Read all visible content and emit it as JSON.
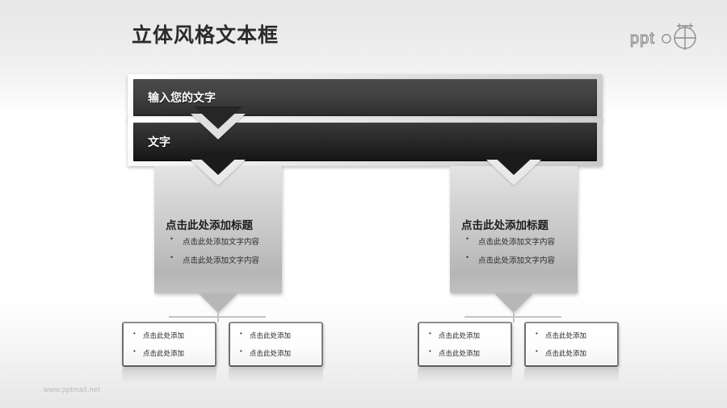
{
  "header": {
    "title": "立体风格文本框",
    "logo_text": "ppt",
    "logo_icon": "pptmall-circle-logo"
  },
  "bars": [
    {
      "label": "输入您的文字"
    },
    {
      "label": "文字"
    }
  ],
  "panels": [
    {
      "title": "点击此处添加标题",
      "bullets": [
        "点击此处添加文字内容",
        "点击此处添加文字内容"
      ]
    },
    {
      "title": "点击此处添加标题",
      "bullets": [
        "点击此处添加文字内容",
        "点击此处添加文字内容"
      ]
    }
  ],
  "leaf_boxes": [
    {
      "bullets": [
        "点击此处添加",
        "点击此处添加"
      ]
    },
    {
      "bullets": [
        "点击此处添加",
        "点击此处添加"
      ]
    },
    {
      "bullets": [
        "点击此处添加",
        "点击此处添加"
      ]
    },
    {
      "bullets": [
        "点击此处添加",
        "点击此处添加"
      ]
    }
  ],
  "footer": {
    "watermark": "www.pptmall.net"
  },
  "colors": {
    "bar_dark": "#2e2e2e",
    "bar_darker": "#161616",
    "panel_gray": "#c6c6c6",
    "title_text": "#2b2b2b",
    "background_top": "#e7e7e7",
    "background_mid": "#ffffff"
  }
}
